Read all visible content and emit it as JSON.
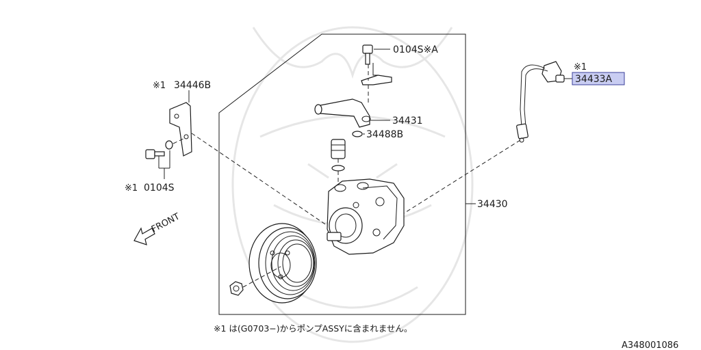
{
  "callouts": {
    "bolt_top": "0104S※A",
    "bracket_pump_outlet": "34431",
    "o_ring": "34488B",
    "pump_assembly": "34430",
    "bracket_left": "34446B",
    "bolt_left": "0104S",
    "sensor": "34433A",
    "note_mark_sensor": "※1",
    "note_mark_bracket": "※1",
    "note_mark_bolt": "※1"
  },
  "front_label": "FRONT",
  "footnote": "※1 は(G0703−)からポンプASSYに含まれません。",
  "diagram_code": "A348001086",
  "highlighted_part": "34433A",
  "colors": {
    "highlight_fill": "#c9cdf2",
    "highlight_border": "#3a3f9a",
    "line": "#1a1a1a",
    "watermark": "#e6e6e6"
  }
}
